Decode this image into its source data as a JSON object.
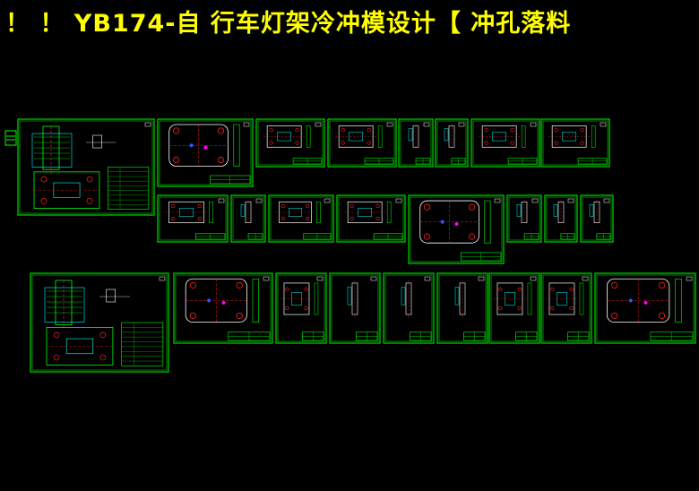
{
  "title": "！ ！ YB174-自 行车灯架冷冲模设计【 冲孔落料",
  "colors": {
    "background": "#000000",
    "title": "#ffff00",
    "frame": "#00ff00",
    "red": "#ff2020",
    "cyan": "#00ffff",
    "blue": "#3355ff",
    "white": "#ffffff",
    "magenta": "#ff00ff"
  },
  "sheets": [
    {
      "id": "assembly-1",
      "kind": "assembly"
    },
    {
      "id": "die-plate-1",
      "kind": "plate"
    },
    {
      "id": "part-1",
      "kind": "part"
    },
    {
      "id": "part-2",
      "kind": "part"
    },
    {
      "id": "small-1",
      "kind": "small"
    },
    {
      "id": "small-2",
      "kind": "small"
    },
    {
      "id": "part-3",
      "kind": "part"
    },
    {
      "id": "part-4",
      "kind": "part"
    },
    {
      "id": "part-5",
      "kind": "part"
    },
    {
      "id": "small-3",
      "kind": "small"
    },
    {
      "id": "part-6",
      "kind": "part"
    },
    {
      "id": "part-7",
      "kind": "part"
    },
    {
      "id": "plate-2",
      "kind": "plate"
    },
    {
      "id": "small-4",
      "kind": "small"
    },
    {
      "id": "small-5",
      "kind": "small"
    },
    {
      "id": "small-6",
      "kind": "small"
    },
    {
      "id": "assembly-2",
      "kind": "assembly"
    },
    {
      "id": "plate-3",
      "kind": "plate"
    },
    {
      "id": "part-8",
      "kind": "part"
    },
    {
      "id": "small-7",
      "kind": "small"
    },
    {
      "id": "small-8",
      "kind": "small"
    },
    {
      "id": "small-9",
      "kind": "small"
    },
    {
      "id": "part-9",
      "kind": "part"
    },
    {
      "id": "part-10",
      "kind": "part"
    },
    {
      "id": "plate-4",
      "kind": "plate"
    }
  ]
}
